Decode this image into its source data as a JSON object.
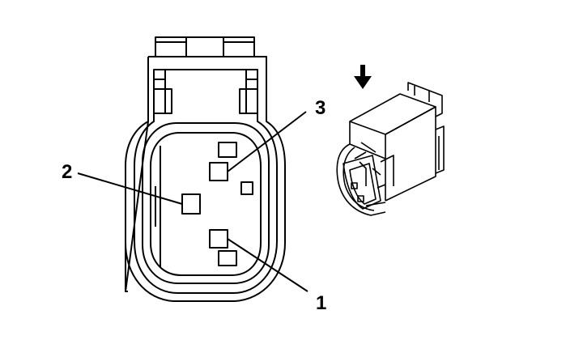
{
  "callouts": [
    {
      "id": "pin-1",
      "label": "1"
    },
    {
      "id": "pin-2",
      "label": "2"
    },
    {
      "id": "pin-3",
      "label": "3"
    }
  ],
  "colors": {
    "line": "#000000",
    "background": "#ffffff"
  },
  "icons": {
    "insertion": "down-arrow-icon"
  }
}
